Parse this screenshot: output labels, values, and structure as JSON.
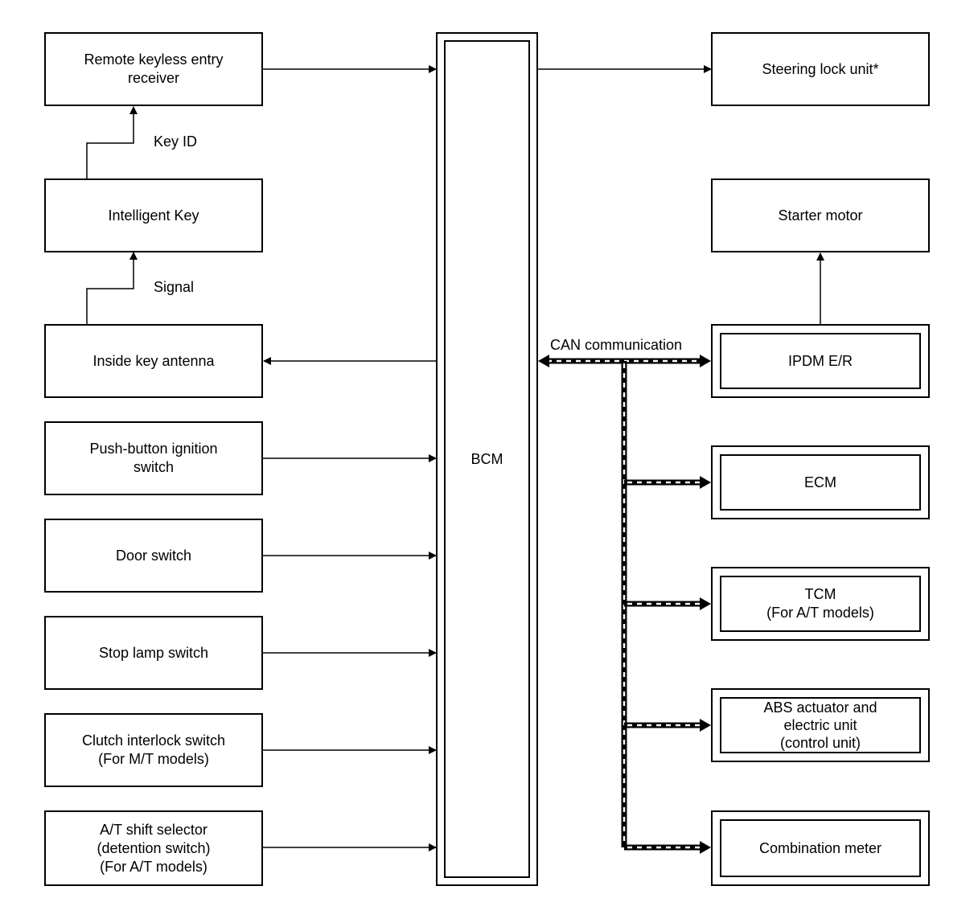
{
  "left_boxes": {
    "remote_keyless": "Remote keyless entry\nreceiver",
    "intelligent_key": "Intelligent Key",
    "inside_key_antenna": "Inside key antenna",
    "push_button": "Push-button ignition\nswitch",
    "door_switch": "Door switch",
    "stop_lamp": "Stop lamp switch",
    "clutch_interlock": "Clutch interlock switch\n(For M/T models)",
    "at_shift": "A/T shift selector\n(detention switch)\n(For A/T models)"
  },
  "labels": {
    "key_id": "Key ID",
    "signal": "Signal",
    "can": "CAN communication"
  },
  "bcm": "BCM",
  "right_boxes": {
    "steering_lock": "Steering lock unit*",
    "starter_motor": "Starter motor",
    "ipdm": "IPDM E/R",
    "ecm": "ECM",
    "tcm": "TCM\n(For A/T models)",
    "abs": "ABS actuator and\nelectric unit\n(control unit)",
    "combination_meter": "Combination meter"
  }
}
